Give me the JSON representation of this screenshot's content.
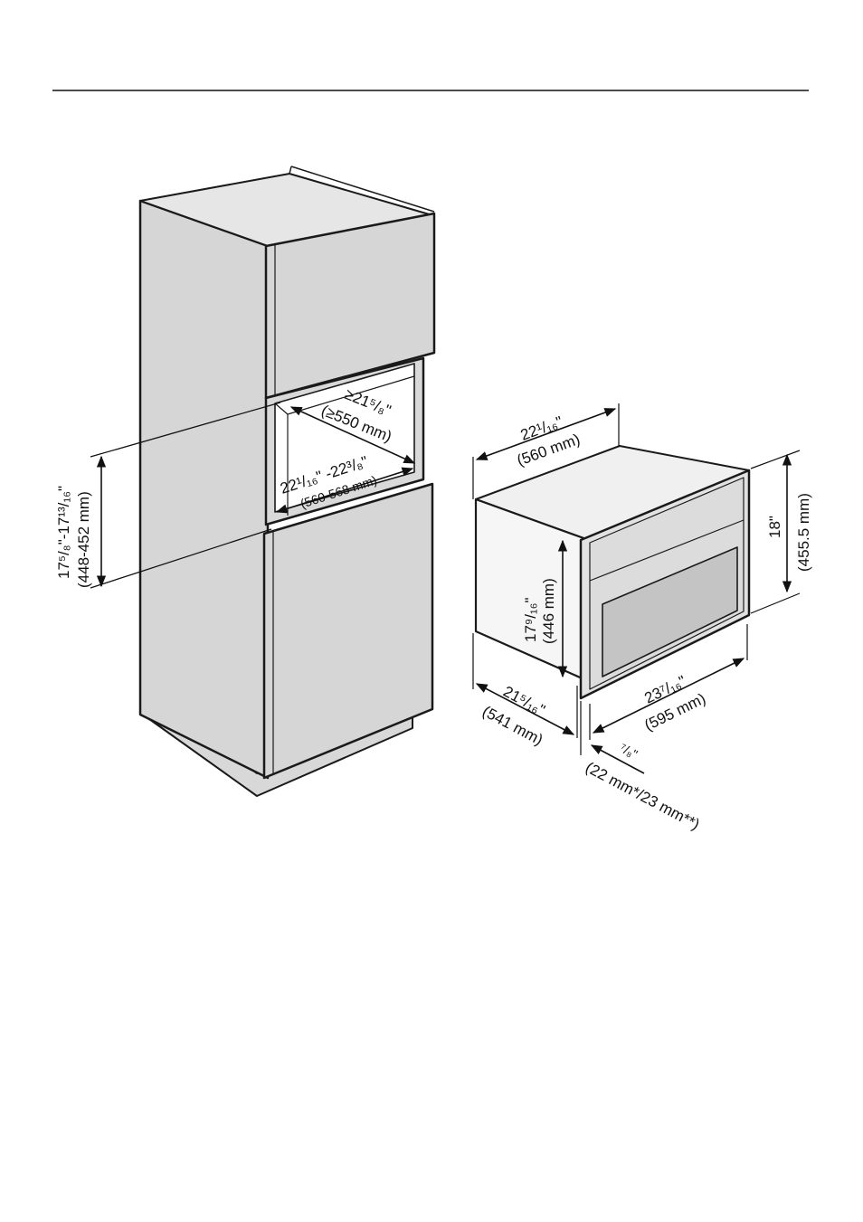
{
  "dimensions": {
    "niche_depth": {
      "inch": "≥21⁵/₈\"",
      "mm": "(≥550 mm)"
    },
    "niche_width": {
      "inch": "22¹/₁₆\" -22³/₈\"",
      "mm": "(560-568 mm)"
    },
    "niche_height": {
      "inch": "17⁵/₈\"-17¹³/₁₆\"",
      "mm": "(448-452 mm)"
    },
    "appliance_width": {
      "inch": "22¹/₁₆\"",
      "mm": "(560 mm)"
    },
    "appliance_height_total": {
      "inch": "18\"",
      "mm": "(455.5 mm)"
    },
    "appliance_height_body": {
      "inch": "17⁹/₁₆\"",
      "mm": "(446 mm)"
    },
    "appliance_depth": {
      "inch": "21⁵/₁₆\"",
      "mm": "(541 mm)"
    },
    "front_width": {
      "inch": "23⁷/₁₆\"",
      "mm": "(595 mm)"
    },
    "front_thickness": {
      "inch": "⁷/₈\"",
      "mm": "(22 mm*/23 mm**)"
    }
  },
  "colors": {
    "line": "#1a1a1a",
    "panel_gray": "#d6d6d6",
    "panel_light": "#e4e4e4",
    "window_gray": "#c4c4c4"
  }
}
